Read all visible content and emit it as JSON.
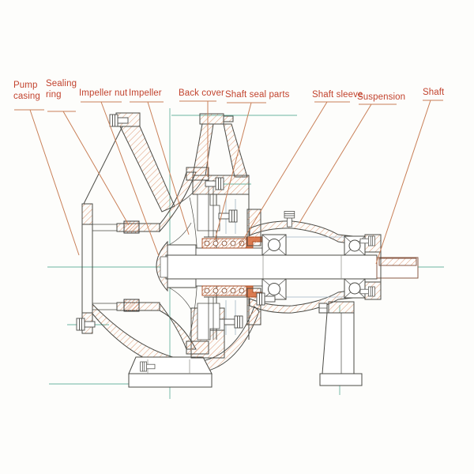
{
  "labels": {
    "pump_casing": "Pump casing",
    "sealing_ring": "Sealing ring",
    "impeller_nut": "Impeller nut",
    "impeller": "Impeller",
    "back_cover": "Back cover",
    "shaft_seal_parts": "Shaft seal parts",
    "shaft_sleeve": "Shaft sleeve",
    "suspension": "Suspension",
    "shaft": "Shaft"
  },
  "colors": {
    "label_text": "#c2432e",
    "leader_line": "#c98058",
    "hatch": "#d88a61",
    "hatch_dense": "#cb6f47",
    "outline": "#4b4b46",
    "centerline": "#6ab5a0",
    "secondary_line": "#9fb3c3",
    "seal_fill": "#db7a4f",
    "background": "#fdfdfb"
  }
}
